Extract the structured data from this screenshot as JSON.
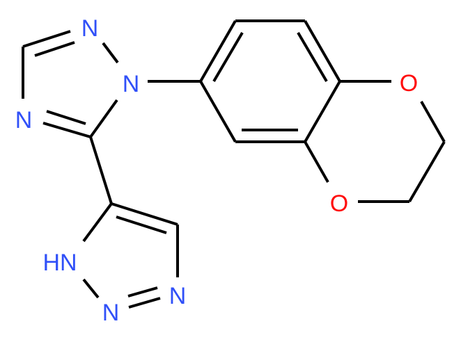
{
  "diagram": {
    "type": "chemical-structure",
    "colors": {
      "bond": "#000000",
      "nitrogen": "#3050F8",
      "oxygen": "#FF0D0D",
      "background": "#FFFFFF"
    },
    "atoms": {
      "n_triazole_top": "N",
      "n_triazole_1": "N",
      "n_triazole_4": "N",
      "o_dioxane_top": "O",
      "o_dioxane_bottom": "O",
      "nh_triazole": "HN",
      "n_triazole_2": "N",
      "n_triazole_3": "N"
    }
  }
}
